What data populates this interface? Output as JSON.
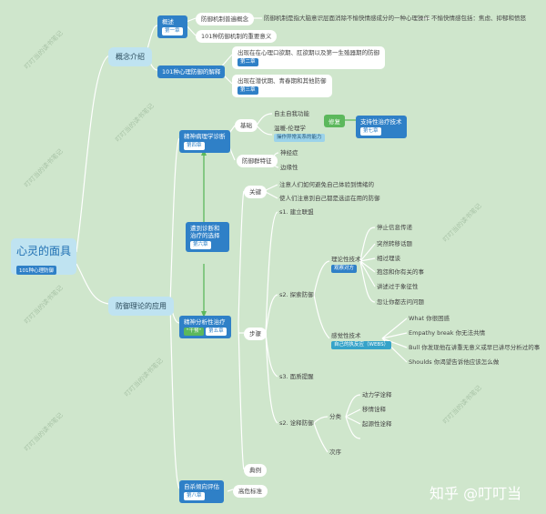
{
  "root": {
    "title": "心灵的面具",
    "subtitle": "101种心理防御"
  },
  "concept": {
    "label": "概念介绍",
    "overview": {
      "label": "概述",
      "chapter": "第一章"
    },
    "mechanism": "防御机制普遍概念",
    "definition": "防御机制是指大脑意识层面消除不愉快情感成分的一种心理操作",
    "feelings": "不愉快情感包括：焦虑、抑郁和愤怒",
    "importance": "101种防御机制的重要意义",
    "interp": {
      "label": "101种心理防御的解释"
    },
    "childhood": {
      "text": "出现在在心理口欲期、肛欲期以及第一生殖器期的防御",
      "chapter": "第二章"
    },
    "latency": {
      "text": "出现在潜伏期、青春期和其他防御",
      "chapter": "第三章"
    }
  },
  "application": {
    "label": "防御理论的应用",
    "diagnosis": {
      "label": "精神病理学诊断",
      "chapter": "第四章"
    },
    "basis": "基础",
    "ego": "自主自我功能",
    "temperament": "温暖-伦理学",
    "ego_tag": "操作异常关系的能力",
    "repair": "修复",
    "support": {
      "label": "支持性治疗技术",
      "chapter": "第七章"
    },
    "features": "防御群特征",
    "neurosis": "神经症",
    "borderline": "边缘性",
    "key": "关键",
    "key1": "注意人们如何避免自己体验到情绪的",
    "key2": "使人们注意到自己都是选运在用的防御",
    "choice": {
      "label": "遭到诊断和治疗的选择",
      "chapter": "第六章"
    },
    "psycho": {
      "label": "精神分析性治疗",
      "tag": "\"干预\"",
      "chapter": "第五章"
    },
    "steps": "步骤",
    "s1": "s1. 建立联盟",
    "s2": "s2. 探索防御",
    "wit": {
      "label": "理论性技术",
      "tag": "观察对方"
    },
    "wit_items": [
      "停止信息传递",
      "突然转移话题",
      "相过理谈",
      "抱怨和你有关的事",
      "讲述过于象征性",
      "忽让你都去问问题"
    ],
    "emp": {
      "label": "感觉性技术",
      "tag": "自己的执反应（WEBS）"
    },
    "emp_items": [
      "What 你很困惑",
      "Empathy break 你无法共情",
      "Bull 你发现他在讲重无意义或早已讲尽分析过的事",
      "Shoulds 你渴望告诉他应该怎么做"
    ],
    "s3": "s3. 面质提醒",
    "s4": "s2. 诠释防御",
    "cat": "分类",
    "cat_items": [
      "动力学诠释",
      "移情诠释",
      "起源性诠释"
    ],
    "order": "次序",
    "case": "典例",
    "self": {
      "label": "自杀倾向评估",
      "chapter": "第八章"
    },
    "high": "高危标准"
  },
  "watermark": "叮叮当的读书笔记",
  "brand": "知乎 @叮叮当"
}
